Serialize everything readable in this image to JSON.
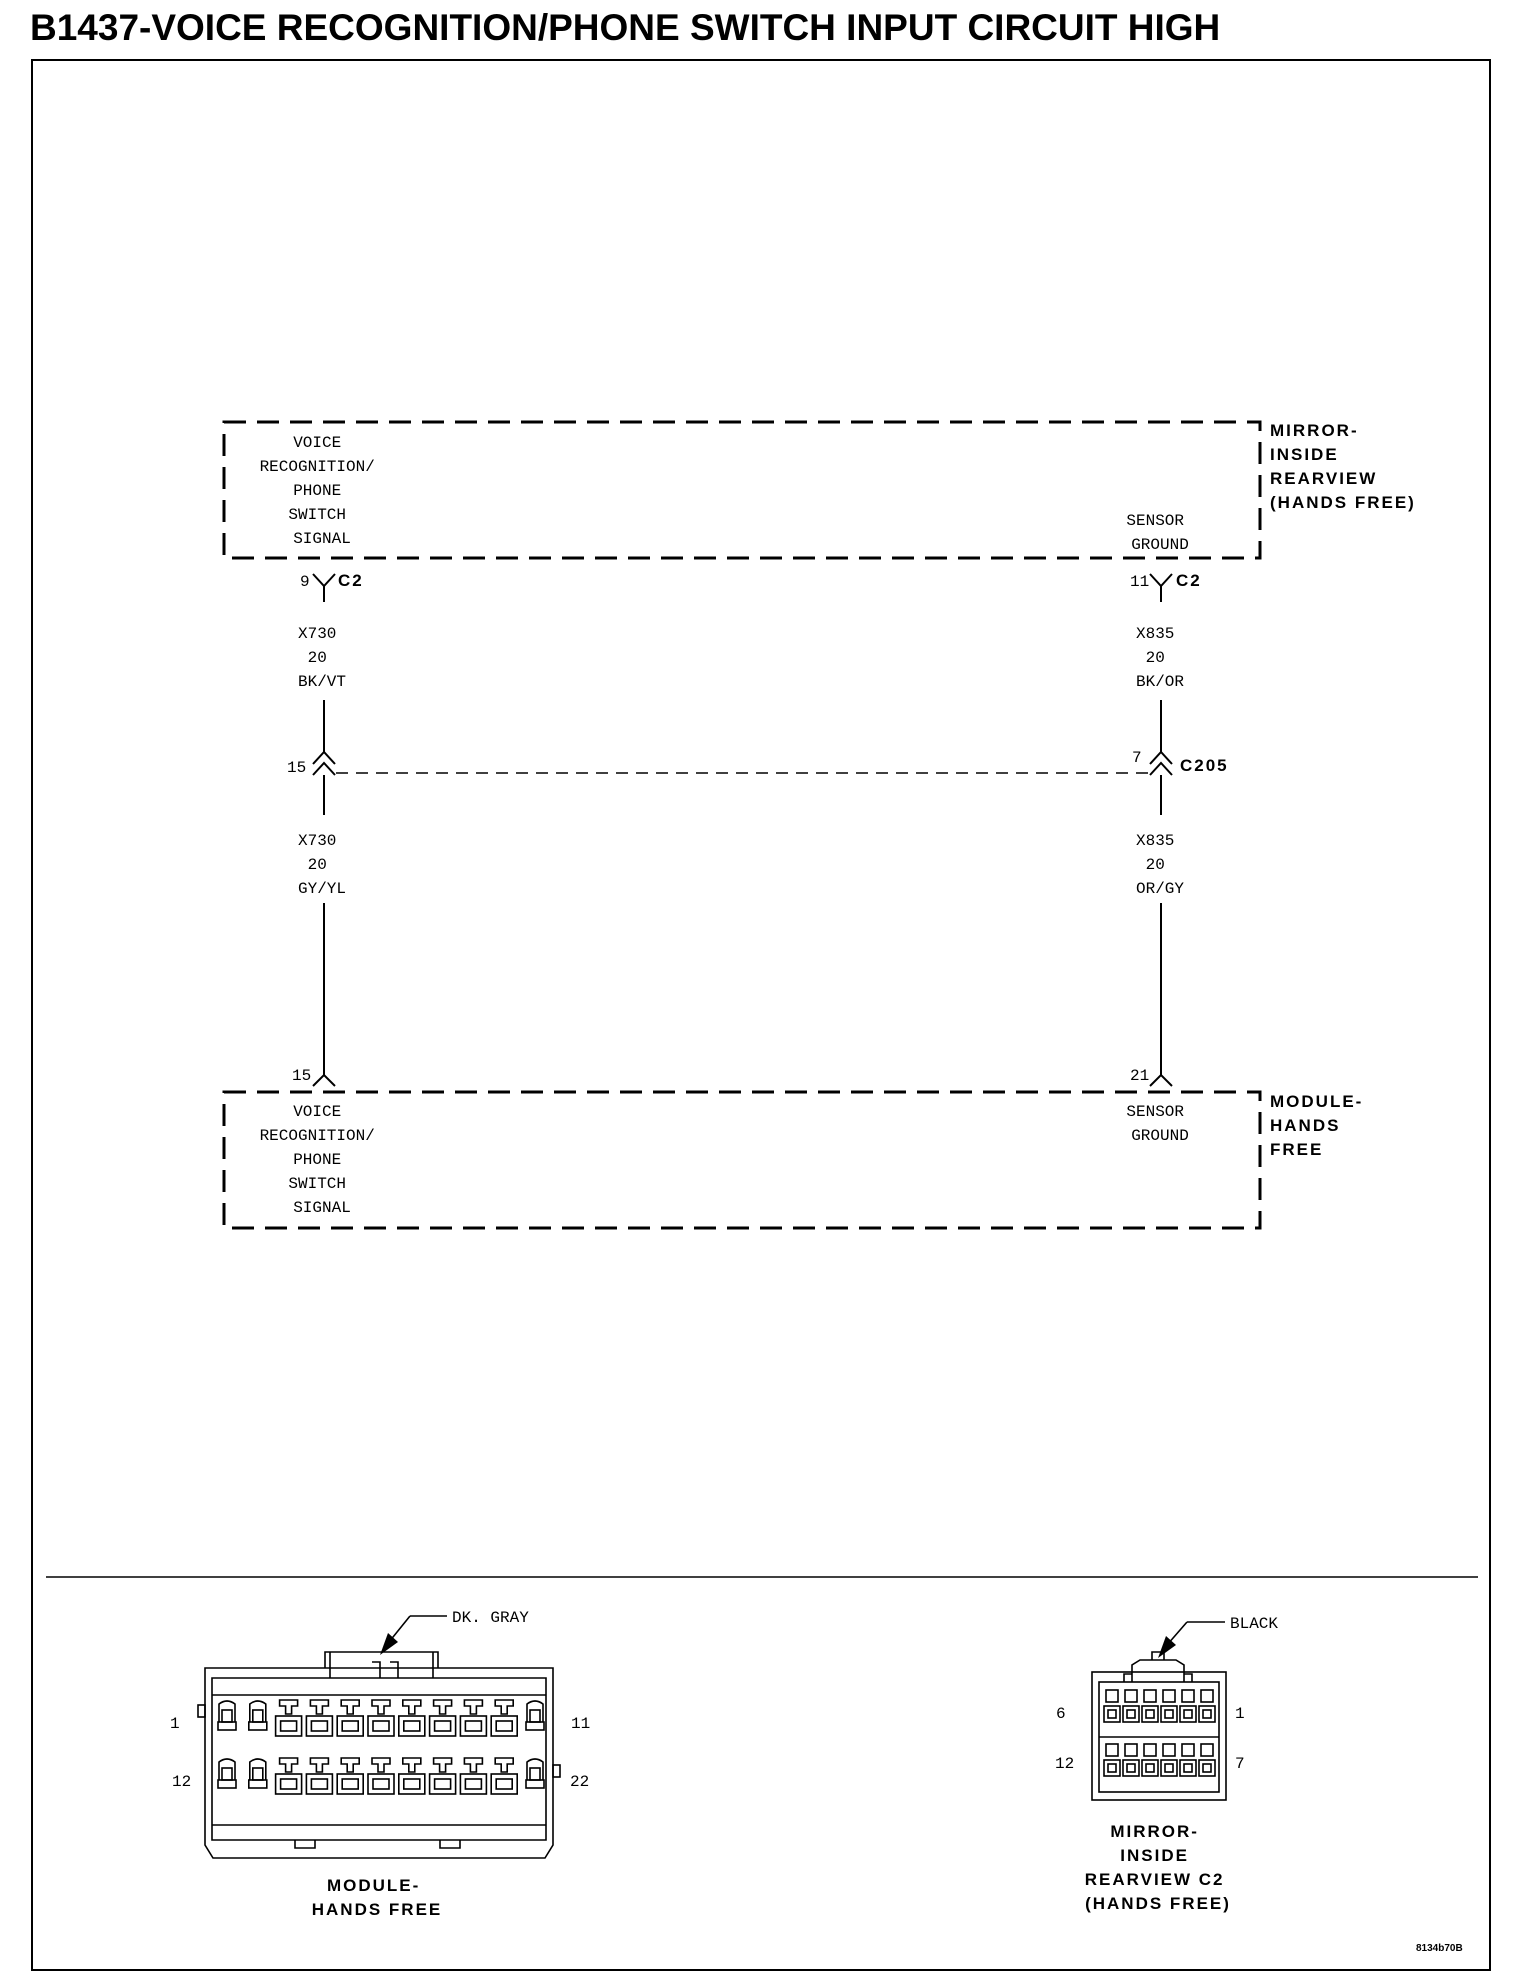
{
  "title": "B1437-VOICE RECOGNITION/PHONE SWITCH INPUT CIRCUIT HIGH",
  "mirror_component": {
    "name_lines": [
      "MIRROR-",
      "INSIDE",
      "REARVIEW",
      "(HANDS FREE)"
    ],
    "signal_lines": [
      "VOICE",
      "RECOGNITION/",
      "PHONE",
      "SWITCH",
      "SIGNAL"
    ],
    "ground_lines": [
      "SENSOR",
      "GROUND"
    ],
    "connector": "C2",
    "signal_pin": "9",
    "ground_pin": "11"
  },
  "module_component": {
    "name_lines": [
      "MODULE-",
      "HANDS",
      "FREE"
    ],
    "signal_lines": [
      "VOICE",
      "RECOGNITION/",
      "PHONE",
      "SWITCH",
      "SIGNAL"
    ],
    "ground_lines": [
      "SENSOR",
      "GROUND"
    ],
    "signal_pin": "15",
    "ground_pin": "21"
  },
  "inline_connector": {
    "name": "C205",
    "left_pin": "15",
    "right_pin": "7"
  },
  "wires": {
    "left_upper": [
      "X730",
      "20",
      "BK/VT"
    ],
    "left_lower": [
      "X730",
      "20",
      "GY/YL"
    ],
    "right_upper": [
      "X835",
      "20",
      "BK/OR"
    ],
    "right_lower": [
      "X835",
      "20",
      "OR/GY"
    ]
  },
  "connector_views": {
    "module": {
      "color_label": "DK. GRAY",
      "caption_lines": [
        "MODULE-",
        "HANDS FREE"
      ],
      "pins": {
        "top_left": "1",
        "top_right": "11",
        "bottom_left": "12",
        "bottom_right": "22"
      }
    },
    "mirror": {
      "color_label": "BLACK",
      "caption_lines": [
        "MIRROR-",
        "INSIDE",
        "REARVIEW C2",
        "(HANDS FREE)"
      ],
      "pins": {
        "top_left": "6",
        "top_right": "1",
        "bottom_left": "12",
        "bottom_right": "7"
      }
    }
  },
  "figure_id": "8134b70B"
}
